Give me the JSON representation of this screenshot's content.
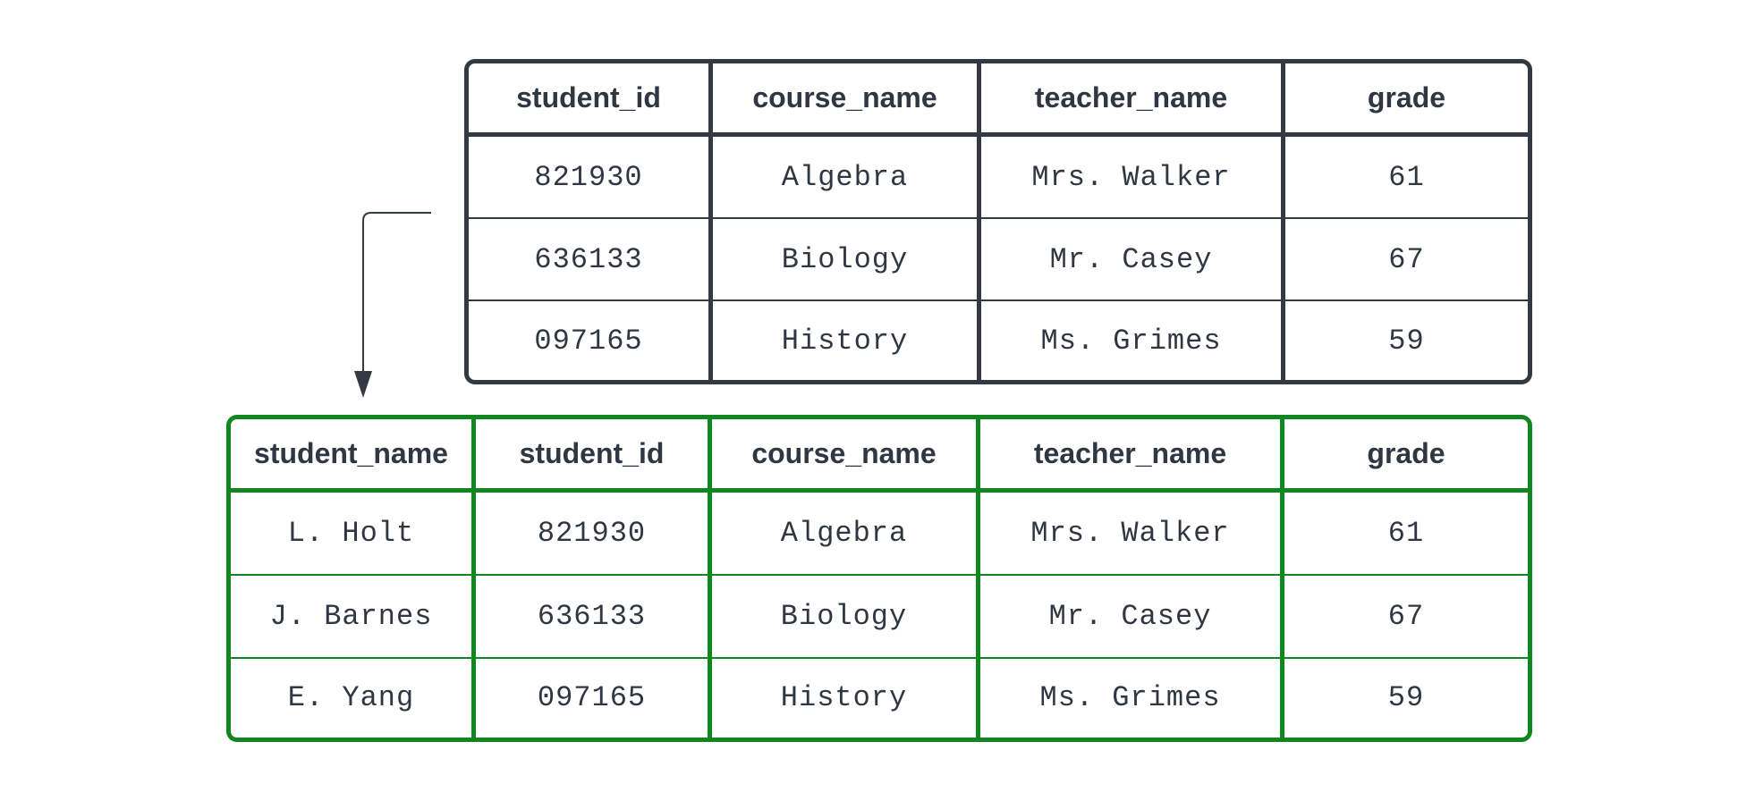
{
  "source_table": {
    "columns": [
      "student_id",
      "course_name",
      "teacher_name",
      "grade"
    ],
    "rows": [
      [
        "821930",
        "Algebra",
        "Mrs. Walker",
        "61"
      ],
      [
        "636133",
        "Biology",
        "Mr. Casey",
        "67"
      ],
      [
        "097165",
        "History",
        "Ms. Grimes",
        "59"
      ]
    ]
  },
  "result_table": {
    "columns": [
      "student_name",
      "student_id",
      "course_name",
      "teacher_name",
      "grade"
    ],
    "rows": [
      [
        "L. Holt",
        "821930",
        "Algebra",
        "Mrs. Walker",
        "61"
      ],
      [
        "J. Barnes",
        "636133",
        "Biology",
        "Mr. Casey",
        "67"
      ],
      [
        "E. Yang",
        "097165",
        "History",
        "Ms. Grimes",
        "59"
      ]
    ]
  },
  "colors": {
    "source_border": "#343a44",
    "result_border": "#12861e",
    "text": "#2f3742"
  }
}
